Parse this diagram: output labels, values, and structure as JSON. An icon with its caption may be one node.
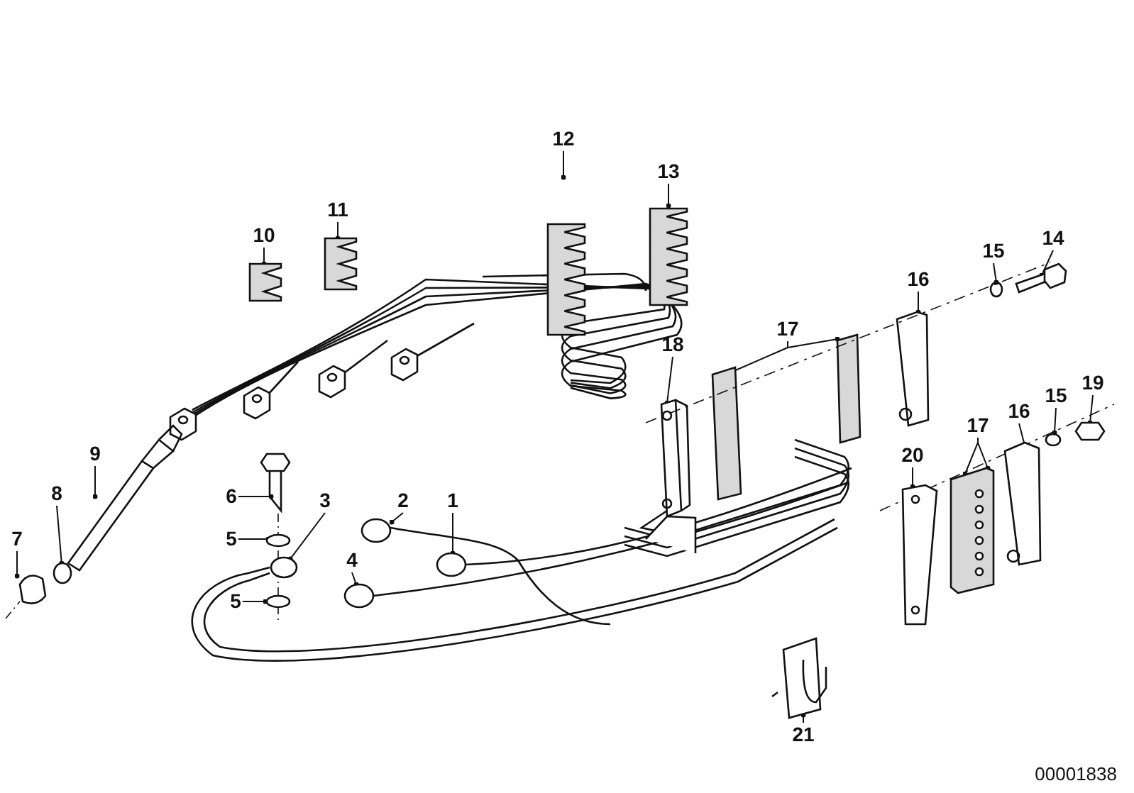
{
  "diagram": {
    "nodes": [
      {
        "text": [
          "12"
        ]
      },
      {
        "text": [
          "13"
        ]
      },
      {
        "text": [
          "11"
        ]
      },
      {
        "text": [
          "10"
        ]
      },
      {
        "text": [
          "14"
        ]
      },
      {
        "text": [
          "15"
        ]
      },
      {
        "text": [
          "16"
        ]
      },
      {
        "text": [
          "17"
        ]
      },
      {
        "text": [
          "18"
        ]
      },
      {
        "text": [
          "19"
        ]
      },
      {
        "text": [
          "15"
        ]
      },
      {
        "text": [
          "16"
        ]
      },
      {
        "text": [
          "17"
        ]
      },
      {
        "text": [
          "9"
        ]
      },
      {
        "text": [
          "20"
        ]
      },
      {
        "text": [
          "8"
        ]
      },
      {
        "text": [
          "6"
        ]
      },
      {
        "text": [
          "3"
        ]
      },
      {
        "text": [
          "2"
        ]
      },
      {
        "text": [
          "1"
        ]
      },
      {
        "text": [
          "7"
        ]
      },
      {
        "text": [
          "5"
        ]
      },
      {
        "text": [
          "4"
        ]
      },
      {
        "text": [
          "5"
        ]
      },
      {
        "text": [
          "21"
        ]
      },
      {
        "text": [],
        "shape": "circle"
      },
      {
        "text": [],
        "shape": "circle"
      }
    ],
    "edges": [
      {
        "from": 0,
        "to": null,
        "arrow": "other"
      },
      {
        "from": 1,
        "to": null,
        "arrow": "other"
      },
      {
        "from": 2,
        "to": null,
        "arrow": "other"
      },
      {
        "from": 3,
        "to": null,
        "arrow": "other"
      },
      {
        "from": 4,
        "to": null,
        "arrow": "other"
      },
      {
        "from": 5,
        "to": null,
        "arrow": "other"
      },
      {
        "from": 6,
        "to": null,
        "arrow": "other"
      },
      {
        "from": 7,
        "to": null,
        "arrow": "other"
      },
      {
        "from": 8,
        "to": null,
        "arrow": "other"
      },
      {
        "from": 9,
        "to": null,
        "arrow": "other"
      },
      {
        "from": 10,
        "to": null,
        "arrow": "other"
      },
      {
        "from": 11,
        "to": null,
        "arrow": "other"
      },
      {
        "from": 12,
        "to": null,
        "arrow": "other"
      },
      {
        "from": 13,
        "to": null,
        "arrow": "other"
      },
      {
        "from": 14,
        "to": null,
        "arrow": "other"
      },
      {
        "from": 15,
        "to": 25,
        "arrow": "other"
      },
      {
        "from": 16,
        "to": null,
        "arrow": "other"
      },
      {
        "from": 17,
        "to": 26,
        "arrow": "other"
      },
      {
        "from": 18,
        "to": null,
        "arrow": "other"
      },
      {
        "from": 19,
        "to": null,
        "arrow": "other"
      },
      {
        "from": 20,
        "to": null,
        "arrow": "other"
      },
      {
        "from": 21,
        "to": null,
        "arrow": "other"
      },
      {
        "from": 22,
        "to": null,
        "arrow": "other"
      },
      {
        "from": 23,
        "to": null,
        "arrow": "other"
      },
      {
        "from": 24,
        "to": null,
        "arrow": "other"
      },
      {
        "from": 7,
        "to": null,
        "arrow": "other"
      },
      {
        "from": 12,
        "to": null,
        "arrow": "other"
      }
    ],
    "labels": [
      "00001838"
    ]
  }
}
